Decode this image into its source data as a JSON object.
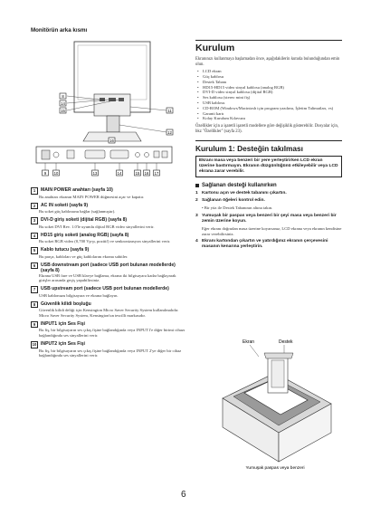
{
  "left": {
    "section_title": "Monitörün arka kısmı",
    "callouts_top": [
      "8",
      "14",
      "15",
      "11",
      "12",
      "16"
    ],
    "callouts_bottom": [
      "9",
      "10",
      "13",
      "14",
      "15",
      "16",
      "17"
    ],
    "items": [
      {
        "num": "1",
        "title": "MAIN POWER anahtarı (sayfa 10)",
        "body": "Bu anahtarı ekranın MAIN POWER düğmesini açar ve kapatır."
      },
      {
        "num": "2",
        "title": "AC IN soketi (sayfa 9)",
        "body": "Bu soket güç kablosunu bağlar (sağlanmıştır)."
      },
      {
        "num": "3",
        "title": "DVI-D giriş soketi (dijital RGB) (sayfa 8)",
        "body": "Bu soket DVI Rev. 1.0'le uyumlu dijital RGB video sinyallerini verir."
      },
      {
        "num": "4",
        "title": "HD15 giriş soketi (analog RGB) (sayfa 8)",
        "body": "Bu soket RGB video (0,700 Vp-p, pozitif) ve senkronizasyon sinyallerini verir."
      },
      {
        "num": "5",
        "title": "Kablo tutucu (sayfa 9)",
        "body": "Bu parça, kabloları ve güç kablolarını ekrana sabitler."
      },
      {
        "num": "6",
        "title": "USB downstream port (sadece USB port bulunan modellerde) (sayfa 8)",
        "body": "Ekrana USB fare ve USB klavye bağlama, ekrana iki bilgisayara kadar bağlayarak girişler arasında geçiş yapabilirsiniz."
      },
      {
        "num": "7",
        "title": "USB upstream port (sadece USB port bulunan modellerde)",
        "body": "USB kablonuzu bilgisayara ve ekrana bağlayın."
      },
      {
        "num": "8",
        "title": "Güvenlik kilidi boşluğu",
        "body": "Güvenlik kilidi deliği için Kensington Micro Saver Security System kullanılmalıdır. Micro Saver Security System, Kensington'un tescilli markasıdır."
      },
      {
        "num": "9",
        "title": "INPUT1 için Ses Fişi",
        "body": "Bu fiş, bir bilgisayarın ses çıkış fişine bağlandığında veya INPUT1'e diğer birimi cihazı bağlandığında ses sinyallerini verir."
      },
      {
        "num": "10",
        "title": "INPUT2 için Ses Fişi",
        "body": "Bu fiş, bir bilgisayarın ses çıkış fişine bağlandığında veya INPUT 2'ye diğer bir cihaz bağlandığında ses sinyallerini verir."
      }
    ]
  },
  "right": {
    "title": "Kurulum",
    "intro": "Ekranınızı kullanmaya başlamadan önce, aşağıdakilerin kutuda bulunduğundan emin olun.",
    "box_items": [
      "LCD ekran",
      "Güç kablosu",
      "Destek Tabanı",
      "HD15-HD15 video sinyal kablosu (analog RGB)",
      "DVI-D video sinyal kablosu (dijital RGB)",
      "Ses kablosu (stereo mini fiş)",
      "USB kablosu",
      "CD-ROM (Windows/Macintosh için program yazılımı, İşletim Talimatları, vs)",
      "Garanti kartı",
      "Kolay Kurulum Kılavuzu"
    ],
    "features_note": "Özellikler için a işaretli işaretli modellere göre değişiklik gösterebilir. Dosyalar için, bkz \"Özellikler\" (sayfa 23).",
    "setup_title": "Kurulum 1:  Desteğin takılması",
    "warning": "Ekranı masa veya benzeri bir yere yerleştirirken LCD ekran üzerine bastırmayın. Ekranın düzgünlüğünü etkileyebilir veya LCD ekrana zarar verebilir.",
    "subsection": "Sağlanan desteği kullanırken",
    "steps": [
      {
        "n": "1",
        "text": "Kartonu açın ve destek tabanını çıkartın.",
        "note": ""
      },
      {
        "n": "2",
        "text": "Sağlanan öğeleri kontrol edin.",
        "note": "• Bir yüz ile Destek Tabanının altına takın."
      },
      {
        "n": "3",
        "text": "Yumuşak bir paspas veya benzeri bir şeyi masa veya benzeri bir zemin üzerine koyun.",
        "note": "Eğer ekranı doğrudan masa üzerine koyarsanız, LCD ekrana veya ekranın kendisine zarar verebilirsiniz."
      },
      {
        "n": "4",
        "text": "Ekranı kartondan çıkartın ve yatırdığınız ekranın çerçevesini masanın kenarına yerleştirin.",
        "note": ""
      }
    ],
    "diagram_labels": {
      "screen": "Ekran",
      "stand": "Destek",
      "caption": "Yumuşak paspas veya benzeri"
    }
  },
  "page_number": "6"
}
